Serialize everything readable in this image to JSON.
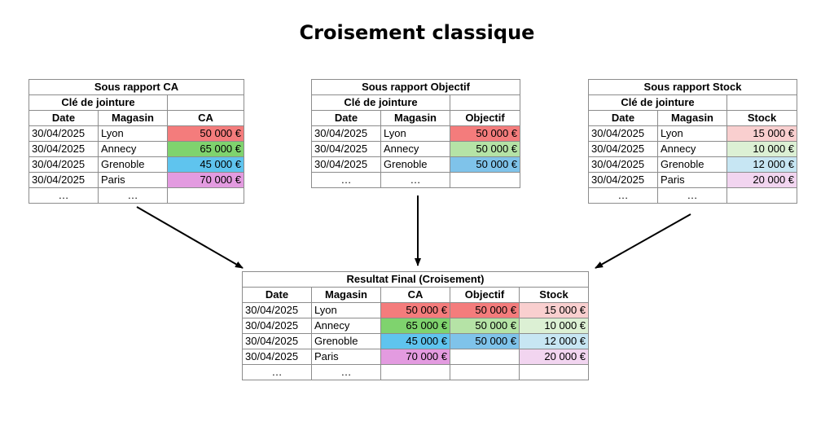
{
  "title": "Croisement classique",
  "colors": {
    "ca": [
      "#f47c7c",
      "#7fd36e",
      "#5fc4ee",
      "#e39be0"
    ],
    "objectif": [
      "#f47c7c",
      "#b5e3a6",
      "#7fc3ea"
    ],
    "stock": [
      "#f9cfcf",
      "#dcf0d4",
      "#c7e6f3",
      "#f2d5f0"
    ]
  },
  "ca_report": {
    "title": "Sous rapport CA",
    "key_label": "Clé de jointure",
    "headers": [
      "Date",
      "Magasin",
      "CA"
    ],
    "rows": [
      [
        "30/04/2025",
        "Lyon",
        "50 000 €"
      ],
      [
        "30/04/2025",
        "Annecy",
        "65 000 €"
      ],
      [
        "30/04/2025",
        "Grenoble",
        "45 000 €"
      ],
      [
        "30/04/2025",
        "Paris",
        "70 000 €"
      ]
    ],
    "ellipsis": [
      "…",
      "…"
    ]
  },
  "objectif_report": {
    "title": "Sous rapport Objectif",
    "key_label": "Clé de jointure",
    "headers": [
      "Date",
      "Magasin",
      "Objectif"
    ],
    "rows": [
      [
        "30/04/2025",
        "Lyon",
        "50 000 €"
      ],
      [
        "30/04/2025",
        "Annecy",
        "50 000 €"
      ],
      [
        "30/04/2025",
        "Grenoble",
        "50 000 €"
      ]
    ],
    "ellipsis": [
      "…",
      "…"
    ]
  },
  "stock_report": {
    "title": "Sous rapport Stock",
    "key_label": "Clé de jointure",
    "headers": [
      "Date",
      "Magasin",
      "Stock"
    ],
    "rows": [
      [
        "30/04/2025",
        "Lyon",
        "15 000 €"
      ],
      [
        "30/04/2025",
        "Annecy",
        "10 000 €"
      ],
      [
        "30/04/2025",
        "Grenoble",
        "12 000 €"
      ],
      [
        "30/04/2025",
        "Paris",
        "20 000 €"
      ]
    ],
    "ellipsis": [
      "…",
      "…"
    ]
  },
  "final_report": {
    "title": "Resultat Final (Croisement)",
    "headers": [
      "Date",
      "Magasin",
      "CA",
      "Objectif",
      "Stock"
    ],
    "rows": [
      [
        "30/04/2025",
        "Lyon",
        "50 000 €",
        "50 000 €",
        "15 000 €"
      ],
      [
        "30/04/2025",
        "Annecy",
        "65 000 €",
        "50 000 €",
        "10 000 €"
      ],
      [
        "30/04/2025",
        "Grenoble",
        "45 000 €",
        "50 000 €",
        "12 000 €"
      ],
      [
        "30/04/2025",
        "Paris",
        "70 000 €",
        "",
        "20 000 €"
      ]
    ],
    "ellipsis": [
      "…",
      "…"
    ]
  }
}
